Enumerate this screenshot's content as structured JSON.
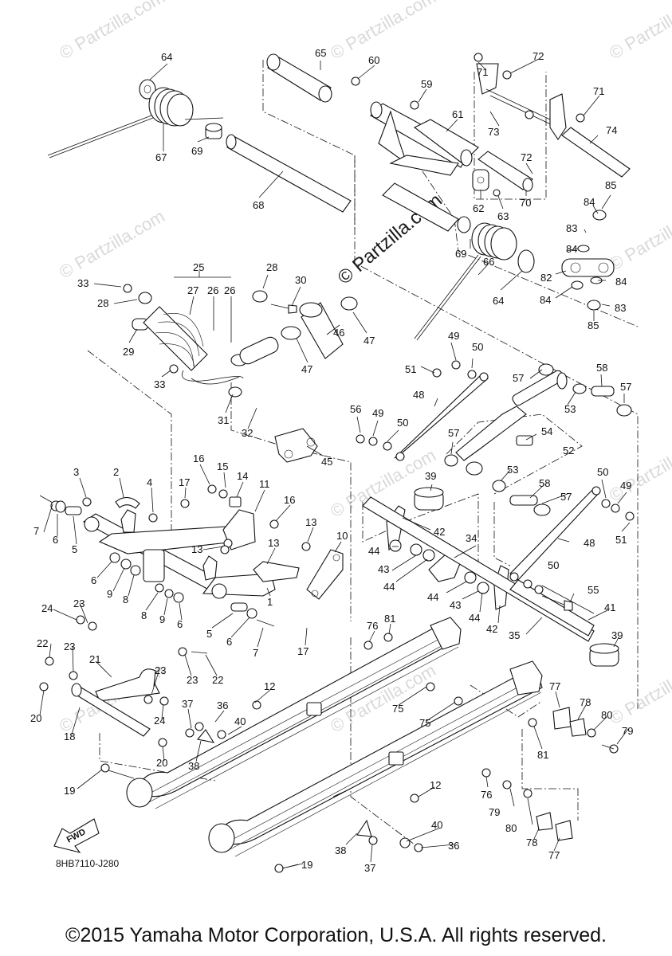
{
  "watermark": {
    "text": "© Partzilla.com",
    "center_text": "© Partzilla.com"
  },
  "diagram_code": "8HB7110-J280",
  "fwd_label": "FWD",
  "copyright": "©2015 Yamaha Motor Corporation, U.S.A. All rights reserved.",
  "callouts": {
    "c1": "1",
    "c2": "2",
    "c3": "3",
    "c4": "4",
    "c5a": "5",
    "c5b": "5",
    "c6a": "6",
    "c6b": "6",
    "c6c": "6",
    "c6d": "6",
    "c7a": "7",
    "c7b": "7",
    "c8a": "8",
    "c8b": "8",
    "c9a": "9",
    "c9b": "9",
    "c10": "10",
    "c11": "11",
    "c12a": "12",
    "c12b": "12",
    "c13a": "13",
    "c13b": "13",
    "c13c": "13",
    "c14": "14",
    "c15": "15",
    "c16a": "16",
    "c16b": "16",
    "c17a": "17",
    "c17b": "17",
    "c18": "18",
    "c19a": "19",
    "c19b": "19",
    "c20a": "20",
    "c20b": "20",
    "c21": "21",
    "c22a": "22",
    "c22b": "22",
    "c23a": "23",
    "c23b": "23",
    "c23c": "23",
    "c23d": "23",
    "c24a": "24",
    "c24b": "24",
    "c25": "25",
    "c26": "26",
    "c26b": "26",
    "c27": "27",
    "c28a": "28",
    "c28b": "28",
    "c29": "29",
    "c30": "30",
    "c31": "31",
    "c32": "32",
    "c33a": "33",
    "c33b": "33",
    "c34": "34",
    "c35": "35",
    "c36a": "36",
    "c36b": "36",
    "c37a": "37",
    "c37b": "37",
    "c38a": "38",
    "c38b": "38",
    "c39a": "39",
    "c39b": "39",
    "c40a": "40",
    "c40b": "40",
    "c41": "41",
    "c42a": "42",
    "c42b": "42",
    "c43a": "43",
    "c43b": "43",
    "c44a": "44",
    "c44b": "44",
    "c44c": "44",
    "c44d": "44",
    "c45": "45",
    "c46": "46",
    "c47a": "47",
    "c47b": "47",
    "c48a": "48",
    "c48b": "48",
    "c49a": "49",
    "c49b": "49",
    "c49c": "49",
    "c50a": "50",
    "c50b": "50",
    "c50c": "50",
    "c50d": "50",
    "c51a": "51",
    "c51b": "51",
    "c52": "52",
    "c53a": "53",
    "c53b": "53",
    "c54": "54",
    "c55": "55",
    "c56": "56",
    "c57a": "57",
    "c57b": "57",
    "c57c": "57",
    "c57d": "57",
    "c58a": "58",
    "c58b": "58",
    "c59": "59",
    "c60": "60",
    "c61": "61",
    "c62": "62",
    "c63": "63",
    "c64a": "64",
    "c64b": "64",
    "c65": "65",
    "c66": "66",
    "c67": "67",
    "c68": "68",
    "c69a": "69",
    "c69b": "69",
    "c70": "70",
    "c71a": "71",
    "c71b": "71",
    "c72a": "72",
    "c72b": "72",
    "c73": "73",
    "c74": "74",
    "c75a": "75",
    "c75b": "75",
    "c76a": "76",
    "c76b": "76",
    "c77a": "77",
    "c77b": "77",
    "c78a": "78",
    "c78b": "78",
    "c79a": "79",
    "c79b": "79",
    "c80a": "80",
    "c80b": "80",
    "c81a": "81",
    "c81b": "81",
    "c82": "82",
    "c83a": "83",
    "c83b": "83",
    "c84a": "84",
    "c84b": "84",
    "c84c": "84",
    "c84d": "84",
    "c85a": "85",
    "c85b": "85"
  }
}
